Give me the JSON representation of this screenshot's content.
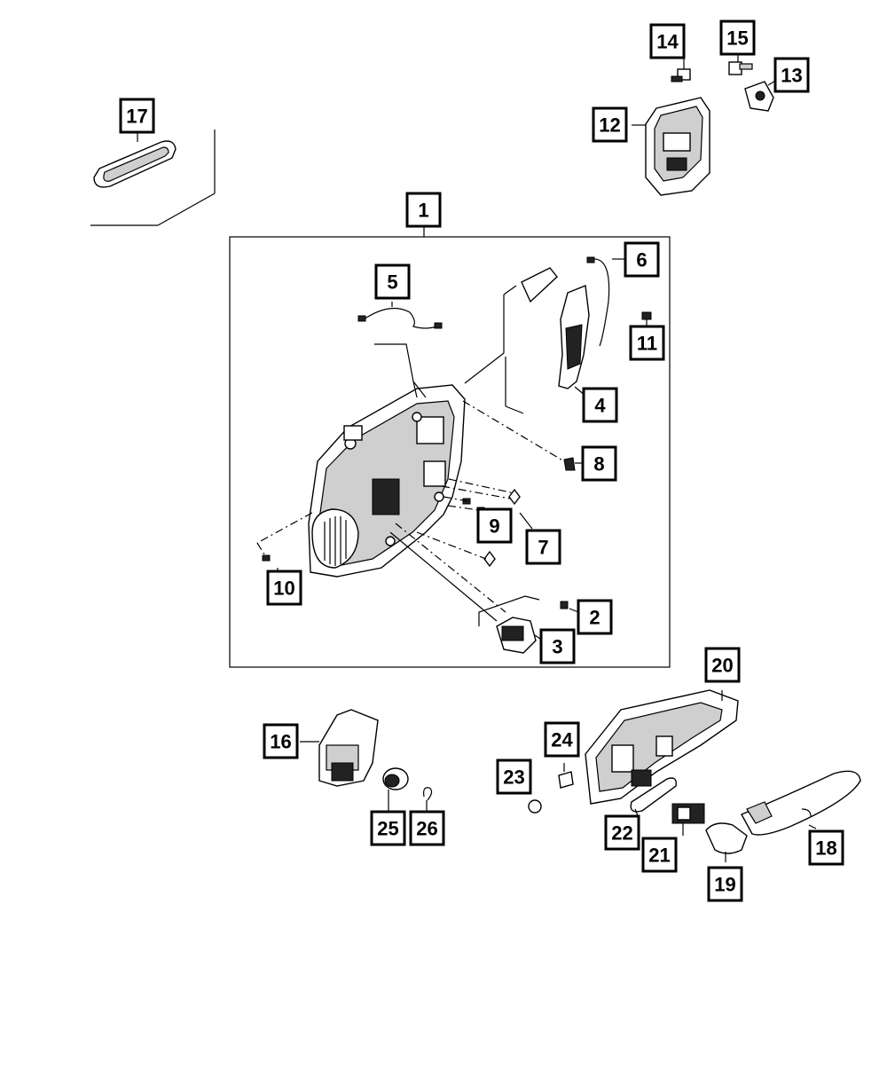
{
  "callouts": [
    "1",
    "2",
    "3",
    "4",
    "5",
    "6",
    "7",
    "8",
    "9",
    "10",
    "11",
    "12",
    "13",
    "14",
    "15",
    "16",
    "17",
    "18",
    "19",
    "20",
    "21",
    "22",
    "23",
    "24",
    "25",
    "26"
  ],
  "colors": {
    "line": "#000000",
    "background": "#ffffff",
    "shade": "#cfcfcf"
  }
}
